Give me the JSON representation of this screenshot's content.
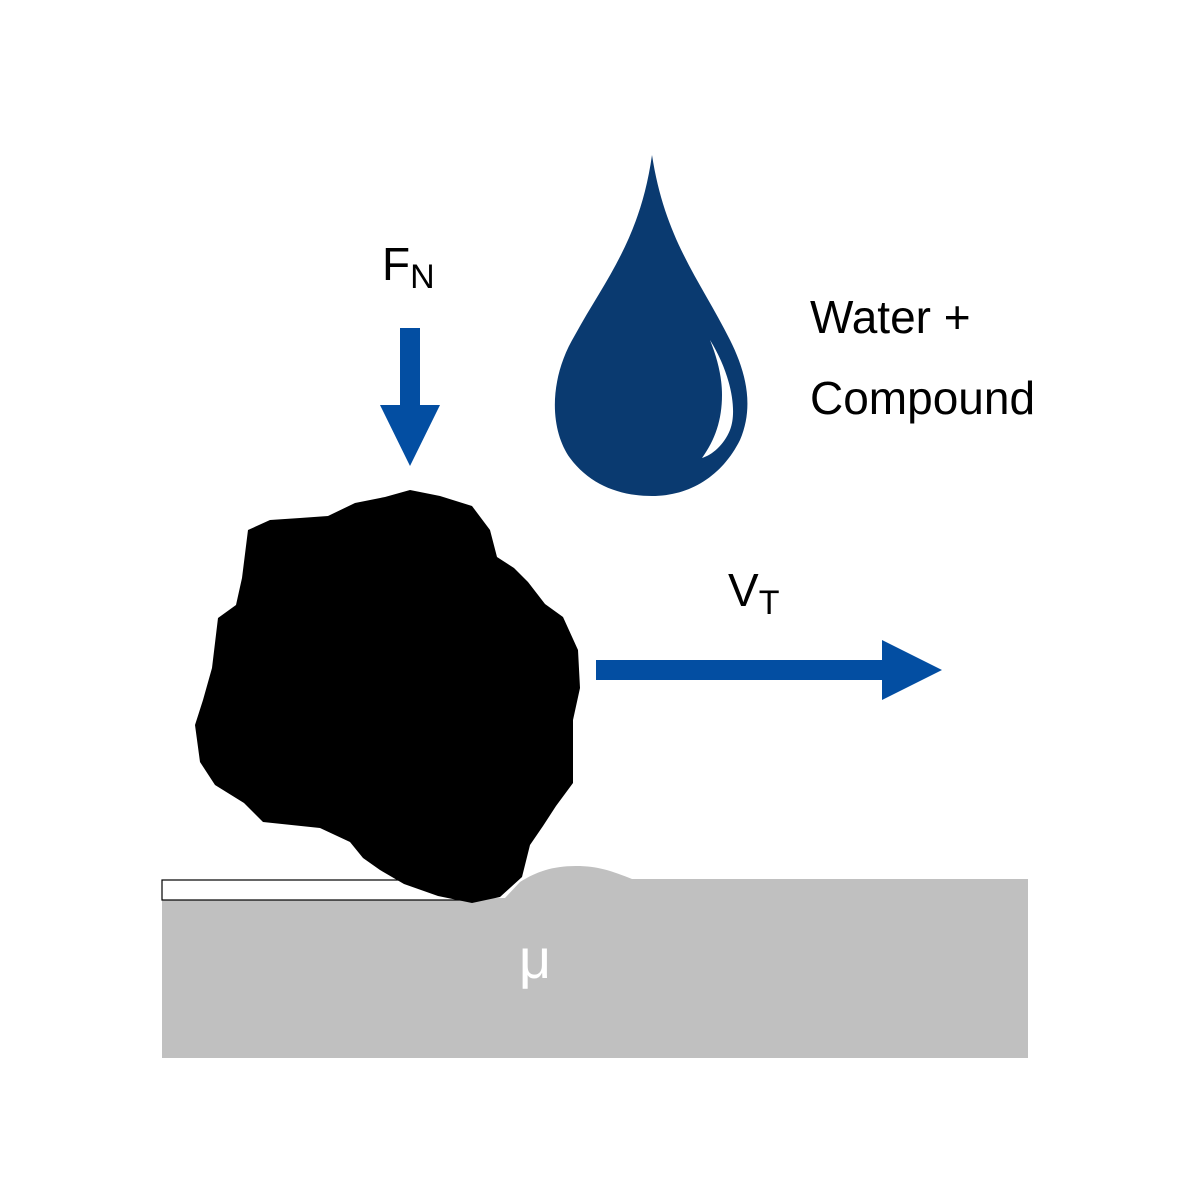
{
  "labels": {
    "normal_force": "F",
    "normal_force_sub": "N",
    "velocity": "V",
    "velocity_sub": "T",
    "liquid_line1": "Water +",
    "liquid_line2": "Compound",
    "friction": "μ"
  },
  "colors": {
    "arrow": "#034ea2",
    "drop": "#0a3a70",
    "surface": "#c0c0c0",
    "particle": "#000000",
    "friction_label": "#ffffff"
  },
  "icons": {
    "droplet": "water-drop-icon",
    "particle": "abrasive-particle",
    "force_arrow": "arrow-down-icon",
    "velocity_arrow": "arrow-right-icon"
  }
}
